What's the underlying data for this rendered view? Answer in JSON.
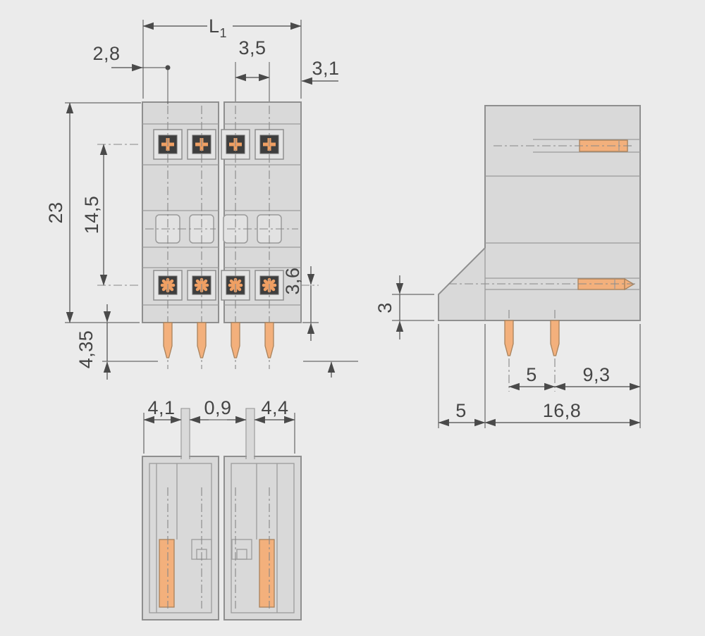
{
  "meta": {
    "description": "Technical dimensional drawing of a 2x2-row THT male pin header connector shown in three orthographic views (front, side, bottom section)",
    "units": "mm"
  },
  "colors": {
    "background": "#ebebeb",
    "body_fill": "#d9d9d9",
    "outline": "#8f8f8f",
    "dimension": "#4a4a4a",
    "contact_orange": "#f3b07c",
    "screw_dark": "#3e3e3e"
  },
  "front_view": {
    "dims": {
      "overall_width_main": "L",
      "overall_width_sub": "1",
      "edge_to_pin": "2,8",
      "pin_pitch": "3,5",
      "pin_to_edge": "3,1",
      "height": "23",
      "row_spacing": "14,5",
      "row_to_bottom": "3,6",
      "pin_length": "4,35"
    }
  },
  "side_view": {
    "dims": {
      "flange_height": "3",
      "pin_spacing": "5",
      "pin_to_back": "9,3",
      "flange_depth": "5",
      "body_depth": "16,8"
    }
  },
  "bottom_view": {
    "dims": {
      "left_width": "4,1",
      "wall_thickness": "0,9",
      "right_width": "4,4"
    }
  }
}
